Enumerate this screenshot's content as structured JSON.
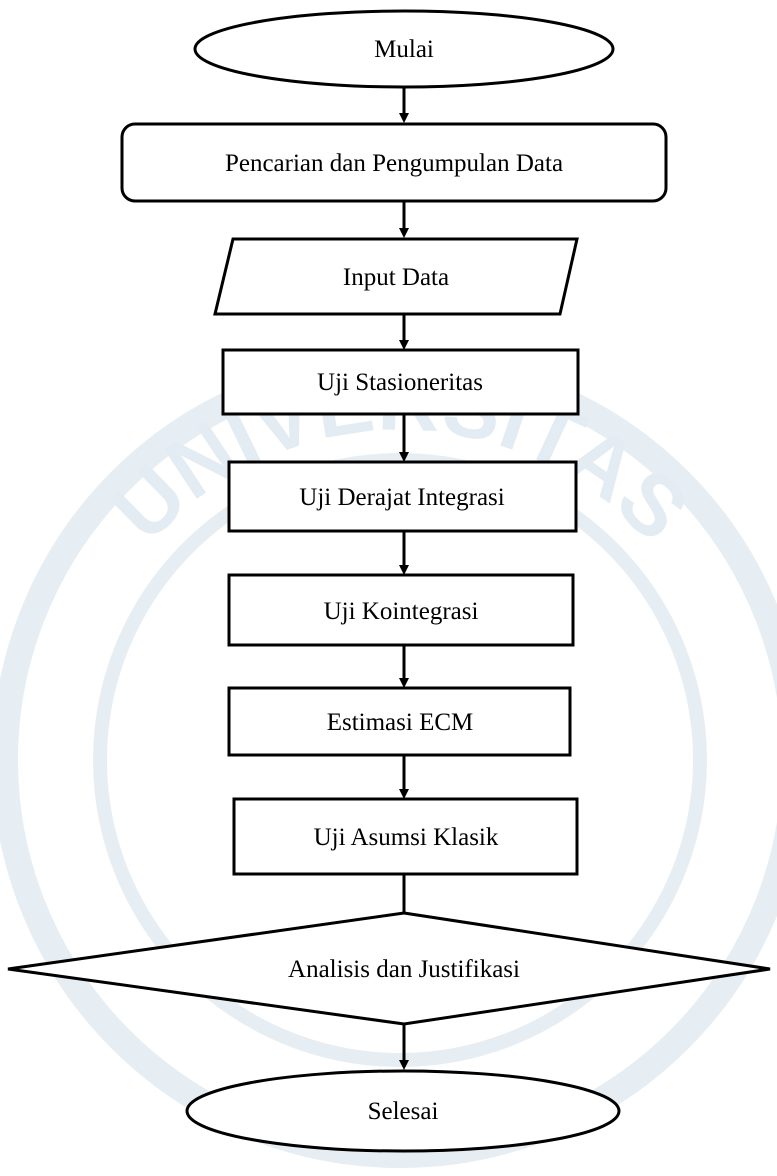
{
  "watermark": {
    "text": "UNIVERSITAS",
    "color": "#e3ecf2"
  },
  "flowchart": {
    "steps": [
      {
        "id": "mulai",
        "shape": "terminal",
        "label": "Mulai"
      },
      {
        "id": "pencarian",
        "shape": "rounded-process",
        "label": "Pencarian dan Pengumpulan Data"
      },
      {
        "id": "input",
        "shape": "parallelogram",
        "label": "Input Data"
      },
      {
        "id": "stasioneritas",
        "shape": "process",
        "label": "Uji Stasioneritas"
      },
      {
        "id": "derajat",
        "shape": "process",
        "label": "Uji Derajat Integrasi"
      },
      {
        "id": "kointegrasi",
        "shape": "process",
        "label": "Uji Kointegrasi"
      },
      {
        "id": "ecm",
        "shape": "process",
        "label": "Estimasi ECM"
      },
      {
        "id": "asumsi",
        "shape": "process",
        "label": "Uji Asumsi Klasik"
      },
      {
        "id": "analisis",
        "shape": "decision",
        "label": "Analisis dan Justifikasi"
      },
      {
        "id": "selesai",
        "shape": "terminal",
        "label": "Selesai"
      }
    ]
  }
}
